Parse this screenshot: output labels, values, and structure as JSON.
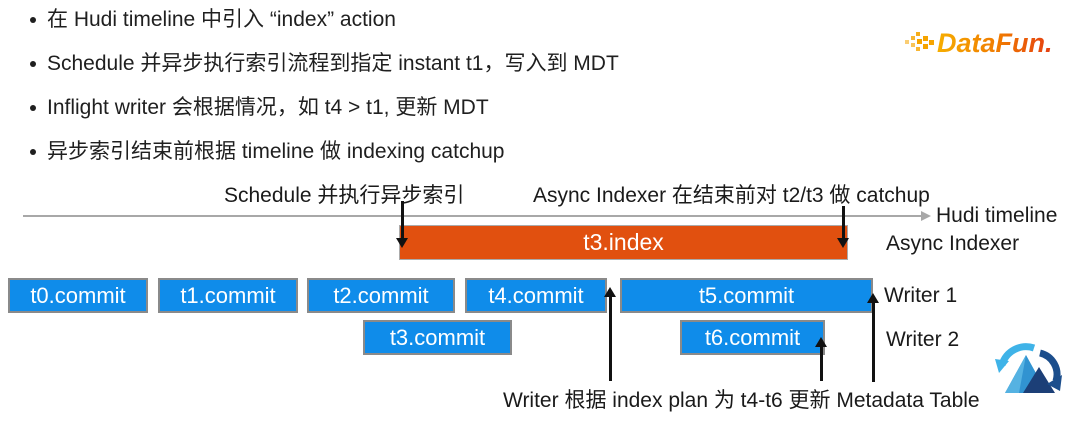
{
  "bullets": [
    "在 Hudi timeline 中引入 “index”  action",
    "Schedule 并异步执行索引流程到指定 instant t1，写入到 MDT",
    "Inflight writer 会根据情况，如 t4 > t1, 更新 MDT",
    "异步索引结束前根据 timeline 做 indexing catchup"
  ],
  "logo": {
    "datafun": "DataFun."
  },
  "diagram": {
    "schedule_label": "Schedule 并执行异步索引",
    "catchup_label": "Async Indexer 在结束前对 t2/t3 做 catchup",
    "timeline_label": "Hudi timeline",
    "async_indexer_label": "Async Indexer",
    "index_bar": {
      "label": "t3.index",
      "color": "#E1500F"
    },
    "writer1_label": "Writer 1",
    "writer2_label": "Writer 2",
    "writer1_commits": [
      {
        "label": "t0.commit"
      },
      {
        "label": "t1.commit"
      },
      {
        "label": "t2.commit"
      },
      {
        "label": "t4.commit"
      },
      {
        "label": "t5.commit"
      }
    ],
    "writer2_commits": [
      {
        "label": "t3.commit"
      },
      {
        "label": "t6.commit"
      }
    ],
    "bottom_note": "Writer 根据 index plan 为 t4-t6 更新 Metadata Table",
    "colors": {
      "commit_blue": "#0F8CEA",
      "index_orange": "#E1500F",
      "timeline_gray": "#A8A8A8",
      "datafun_orange": "#F07C00",
      "arrow_black": "#111111"
    }
  }
}
